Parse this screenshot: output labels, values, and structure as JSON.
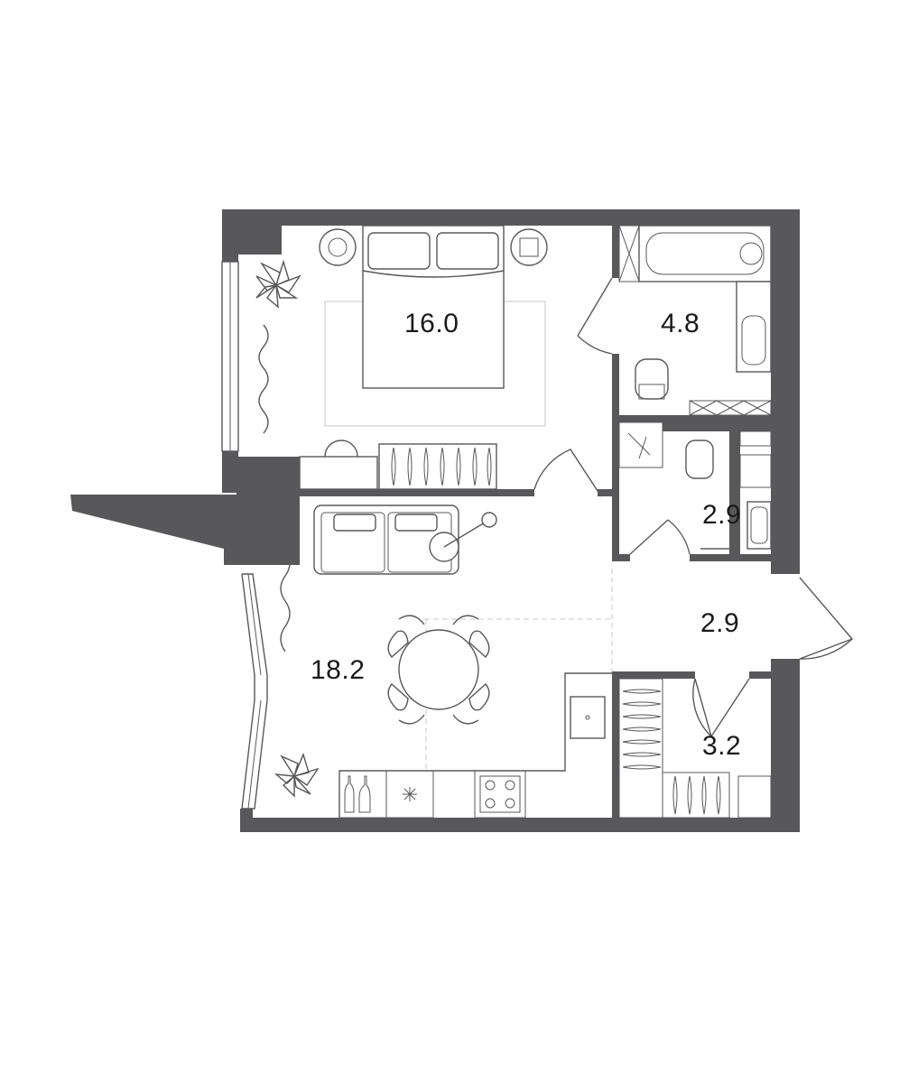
{
  "rooms": [
    {
      "id": "bedroom",
      "area": "16.0"
    },
    {
      "id": "bathroom",
      "area": "4.8"
    },
    {
      "id": "wc",
      "area": "2.9"
    },
    {
      "id": "hall",
      "area": "2.9"
    },
    {
      "id": "living-kitchen",
      "area": "18.2"
    },
    {
      "id": "wardrobe",
      "area": "3.2"
    }
  ],
  "colors": {
    "wall": "#58585a",
    "background": "#ffffff",
    "label": "#1a1a1a"
  }
}
